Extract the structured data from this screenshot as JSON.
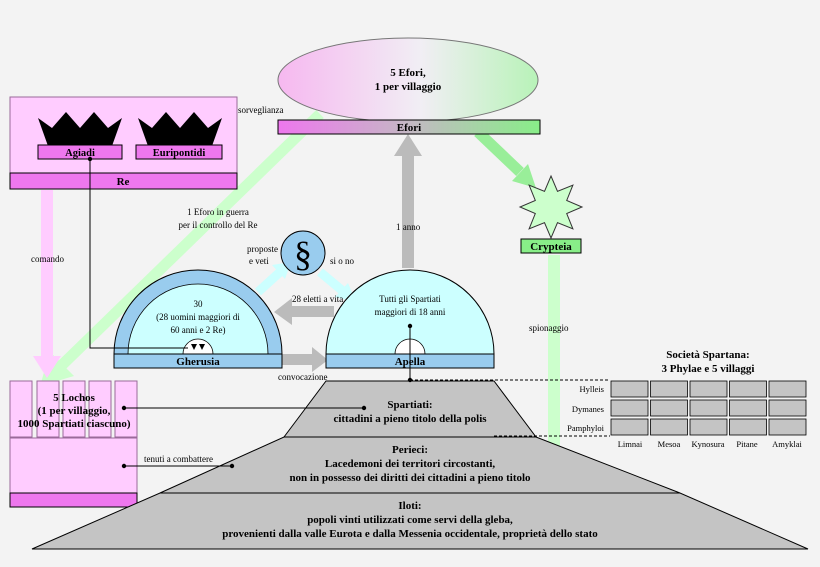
{
  "colors": {
    "background": "#f3f3f3",
    "pink": "#ffccff",
    "magenta": "#ee77ee",
    "lightblue": "#ccffff",
    "blue": "#99ccee",
    "lightgreen": "#ccffcc",
    "green": "#88ee88",
    "grey": "#bbbbbb",
    "dark": "#000000"
  },
  "efori": {
    "ellipse_text": [
      "5 Efori,",
      "1 per villaggio"
    ],
    "bar_label": "Efori",
    "surveillance_label": "sorveglianza"
  },
  "kings": {
    "houses": [
      "Agiadi",
      "Euripontidi"
    ],
    "bar_label": "Re",
    "command_label": "comando",
    "war_note": [
      "1 Eforo in guerra",
      "per il controllo del Re"
    ]
  },
  "crypteia": {
    "label": "Crypteia",
    "spy_label": "spionaggio"
  },
  "law": {
    "symbol": "§",
    "proposals": [
      "proposte",
      "e veti"
    ],
    "vote": "si o no"
  },
  "gherusia": {
    "label": "Gherusia",
    "text": [
      "30",
      "(28 uomini maggiori di",
      "60 anni e 2 Re)"
    ],
    "elected": "28 eletti a vita",
    "convocation": "convocazione"
  },
  "apella": {
    "label": "Apella",
    "text": [
      "Tutti gli Spartiati",
      "maggiori di 18 anni"
    ],
    "term": "1 anno"
  },
  "lochos": {
    "text": [
      "5 Lochos",
      "(1 per villaggio,",
      "1000 Spartiati ciascuno)"
    ],
    "fight": "tenuti a combattere"
  },
  "society": {
    "title": [
      "Società Spartana:",
      "3 Phylae e 5 villaggi"
    ],
    "phylae": [
      "Hylleis",
      "Dymanes",
      "Pamphyloi"
    ],
    "villages": [
      "Limnai",
      "Mesoa",
      "Kynosura",
      "Pitane",
      "Amyklai"
    ]
  },
  "pyramid": {
    "spartiati": [
      "Spartiati:",
      "cittadini a pieno titolo della polis"
    ],
    "perieci": [
      "Perieci:",
      "Lacedemoni dei territori circostanti,",
      "non in possesso dei diritti dei cittadini a pieno titolo"
    ],
    "iloti": [
      "Iloti:",
      "popoli vinti utilizzati come servi della gleba,",
      "provenienti dalla valle Eurota e dalla Messenia occidentale, proprietà dello stato"
    ]
  }
}
